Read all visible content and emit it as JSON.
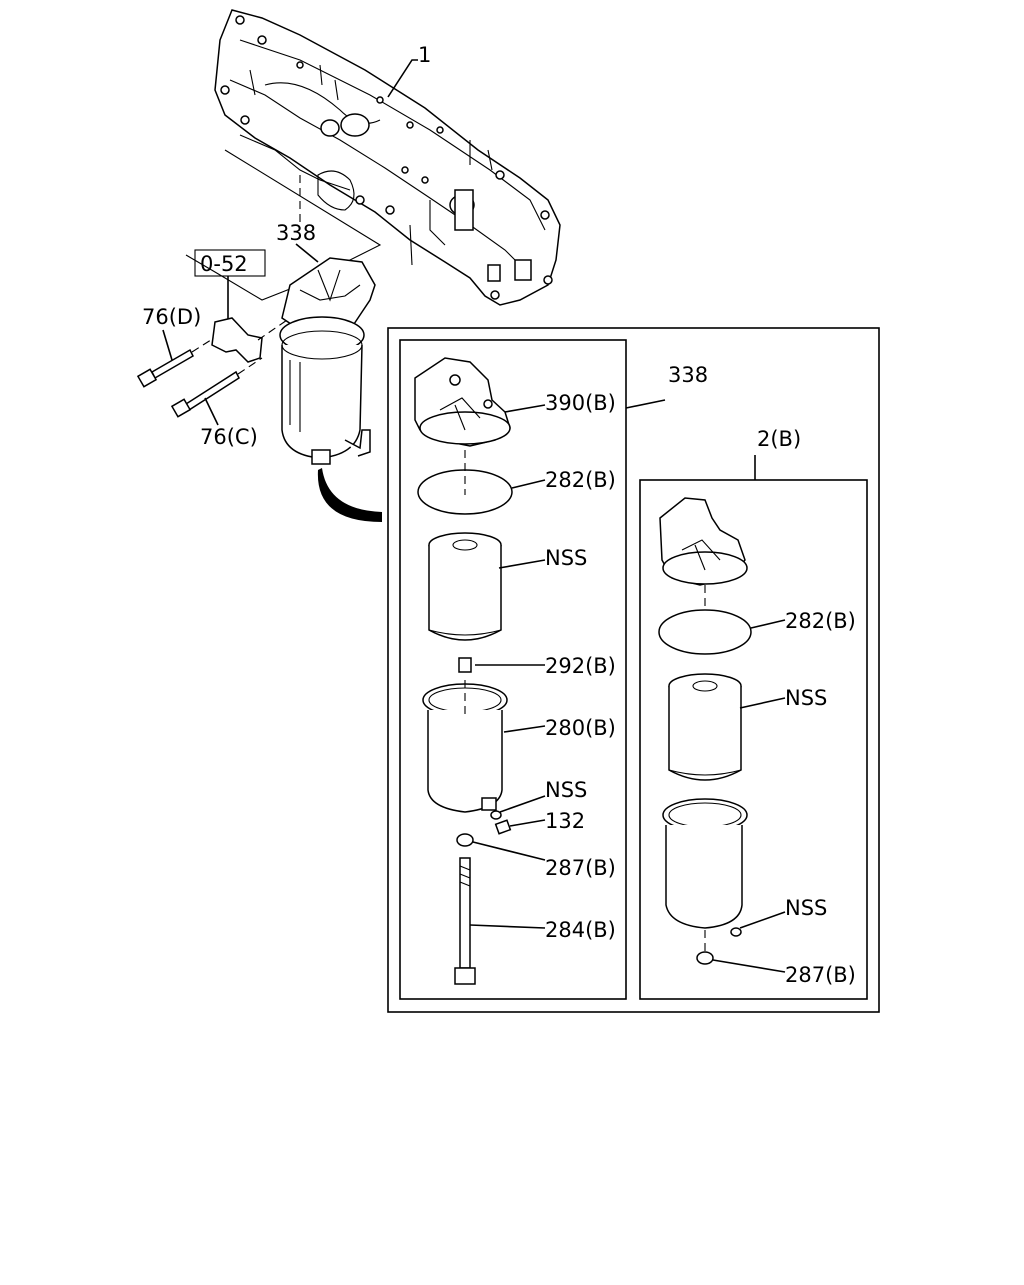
{
  "callouts": {
    "engine_block": "1",
    "filter_assembly_top": "338",
    "reference_box": "0-52",
    "bolt_d": "76(D)",
    "bolt_c": "76(C)",
    "detail_assembly": "338",
    "head_b": "390(B)",
    "ring_a": "282(B)",
    "element_a": "NSS",
    "plug": "292(B)",
    "case_a": "280(B)",
    "drain_a": "NSS",
    "drain_bolt": "132",
    "oring_a": "287(B)",
    "center_bolt": "284(B)",
    "subassembly": "2(B)",
    "ring_b": "282(B)",
    "element_b": "NSS",
    "drain_b": "NSS",
    "oring_b": "287(B)"
  }
}
